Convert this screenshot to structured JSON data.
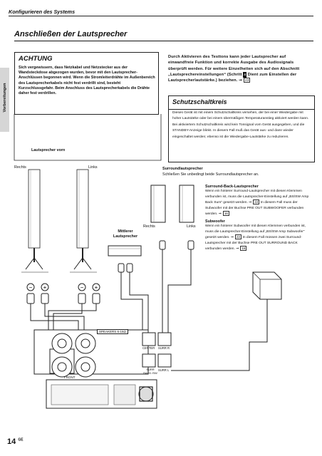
{
  "header": {
    "title": "Konfigurieren des Systems"
  },
  "section": {
    "title": "Anschließen der Lautsprecher"
  },
  "side_tab": "Vorbereitungen",
  "achtung": {
    "title": "ACHTUNG",
    "text": "Sich vergewissern, dass Netzkabel und Netzstecker aus der Wandsteckdose abgezogen wurden, bevor mit den Lautsprecher-Anschlüssen begonnen wird. Wenn die Stromleiterdrähte im Außenbereich des Lautsprecherkabels nicht fest verdrillt sind, besteht Kurzschlussgefahr. Beim Anschluss des Lautsprecherkabels die Drähte daher fest verdrillen."
  },
  "right_para": {
    "text": "Durch Aktivieren des Testtons kann jeder Lautsprecher auf einwandfreie Funktion und korrekte Ausgabe des Audiosignals überprüft werden. Für weitere Einzelheiten sich auf den Abschnitt „Lautsprechereinstellungen“ (Schritt",
    "step": "4",
    "text2": "Dient zum Einstellen der Lautsprecherlautstärke.) beziehen.",
    "ref": "23"
  },
  "schutz": {
    "title": "Schutzschaltkreis",
    "text": "Dieses Gerät ist mit einem Schutzschaltkreis versehen, der bei einer Wiedergabe mit hoher Lautstärke oder bei einem übermäßigen Temperaturanstieg aktiviert werden kann. Bei aktiviertem Schutzschaltkreis wird kein Tonsignal vom Gerät ausgegeben, und die STANDBY-Anzeige blinkt. In diesem Fall muß das Gerät aus- und dann wieder eingeschaltet werden; ebenso ist die Wiedergabe-Lautstärke zu reduzieren."
  },
  "labels": {
    "front_spk": "Lautsprecher vorn",
    "rechts": "Rechts",
    "links": "Links",
    "center_spk_1": "Mittlerer",
    "center_spk_2": "Lautsprecher",
    "surround_title": "Surroundlautsprecher",
    "surround_text": "Schließen Sie unbedingt beide Surroundlautsprecher an.",
    "rechts2": "Rechts",
    "links2": "Links"
  },
  "surround_back": {
    "title": "Surround-Back-Lautsprecher",
    "text": "Wenn ein hinterer Surround-Lautsprecher mit diesen Klemmen verbunden ist, muss die Lautsprecher-Einstellung auf „BS/SW Amp Back Sum“ gesetzt werden.",
    "ref1": "22",
    "text2": "In diesem Fall muss der Subwoofer mit der Buchse PRE OUT SUBWOOFER verbunden werden.",
    "ref2": "16"
  },
  "subwoofer": {
    "title": "Subwoofer",
    "text": "Wenn ein hinterer Subwoofer mit diesen Klemmen verbunden ist, muss die Lautsprecher-Einstellung auf „BS/SW Amp Subwoofer“ gesetzt werden.",
    "ref1": "22",
    "text2": "In diesem Fall müssen zwei Surround-Lautsprecher mit der Buchse PRE OUT SURROUND BACK verbunden werden.",
    "ref2": "16"
  },
  "panel": {
    "speakers": "SPEAKERS 6-16Ω",
    "center": "CENTER",
    "surr_r": "SURR R",
    "surr_back": "SURR BACK /SW",
    "surr_l": "SURR L",
    "front": "FRONT"
  },
  "page": {
    "number": "14",
    "suffix": "GE"
  }
}
